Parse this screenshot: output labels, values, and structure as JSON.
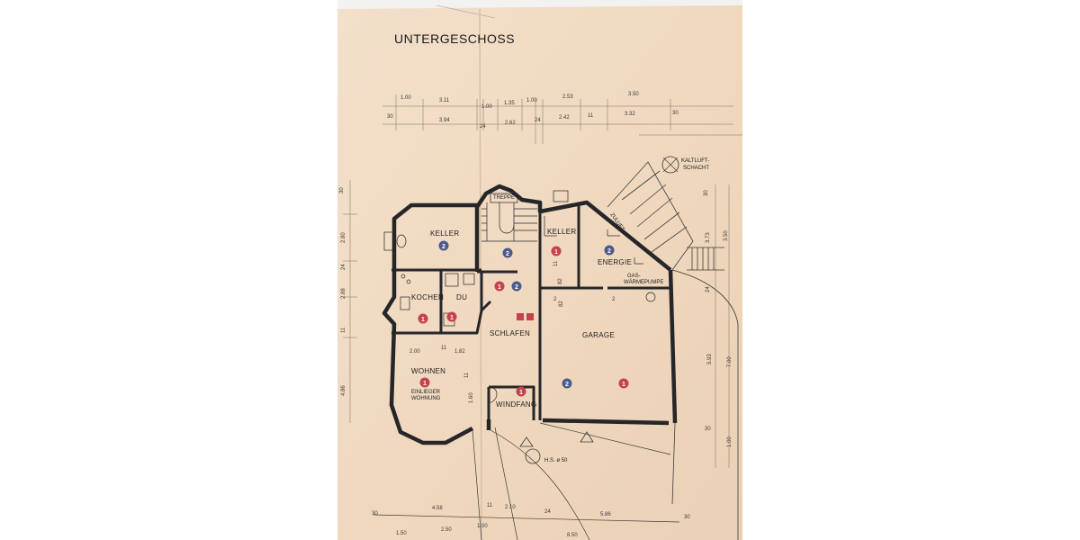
{
  "plan": {
    "title": "UNTERGESCHOSS",
    "colors": {
      "paper": "#f1dcc4",
      "wall": "#262629",
      "marker_red": "#c4424b",
      "marker_blue": "#4c5c8a"
    },
    "rooms": {
      "keller_left": "KELLER",
      "treppe": "TREPPE",
      "keller_right": "KELLER",
      "energie": "ENERGIE",
      "gas_line1": "GAS-",
      "gas_line2": "WÄRMEPUMPE",
      "kochen": "KOCHEN",
      "du": "DU",
      "schlafen": "SCHLAFEN",
      "garage": "GARAGE",
      "wohnen": "WOHNEN",
      "einlieger_line1": "EINLIEGER",
      "einlieger_line2": "WOHNUNG",
      "windfang": "WINDFANG",
      "kaltluft_line1": "KALTLUFT-",
      "kaltluft_line2": "SCHACHT",
      "zuluft": "ZULUFT",
      "hs": "H.S. ø 50"
    },
    "markers": {
      "keller_left": "2",
      "treppe": "2",
      "keller_right": "1",
      "energie": "2",
      "hall_red": "1",
      "hall_blue": "2",
      "kochen": "1",
      "du": "1",
      "wohnen": "1",
      "windfang": "1",
      "garage_blue": "2",
      "garage_red": "1"
    },
    "dims_top": {
      "r1_a": "1.00",
      "r1_b": "3.11",
      "r1_c": "1.00",
      "r1_d": "1.35",
      "r1_e": "1.00",
      "r1_f": "2.53",
      "r1_g": "3.50",
      "r2_a": "30",
      "r2_b": "3.94",
      "r2_c": "24",
      "r2_d": "2.62",
      "r2_e": "24",
      "r2_f": "2.42",
      "r2_g": "11",
      "r2_h": "3.32",
      "r2_i": "30"
    },
    "dims_left": {
      "l_a": "30",
      "l_b": "2.80",
      "l_c": "24",
      "l_d": "2.88",
      "l_e": "11",
      "l_f": "4.86"
    },
    "dims_right": {
      "r_a": "30",
      "r_b": "3.73",
      "r_c": "3.50",
      "r_d": "24",
      "r_e": "5.93",
      "r_f": "7.00",
      "r_g": "30",
      "r_h": "1.00"
    },
    "dims_inner": {
      "i_a": "2.00",
      "i_b": "11",
      "i_c": "1.82",
      "i_d": "11",
      "i_e": "1.60",
      "i_f": "82",
      "i_g": "82",
      "i_h": "2",
      "i_i": "2",
      "i_j": "11"
    },
    "dims_bottom": {
      "b_a": "4.58",
      "b_b": "11",
      "b_c": "2.10",
      "b_d": "30",
      "b_e": "24",
      "b_f": "5.86",
      "b_g": "30",
      "b_h": "1.50",
      "b_i": "2.50",
      "b_j": "1.00",
      "b_k": "8.50"
    }
  }
}
